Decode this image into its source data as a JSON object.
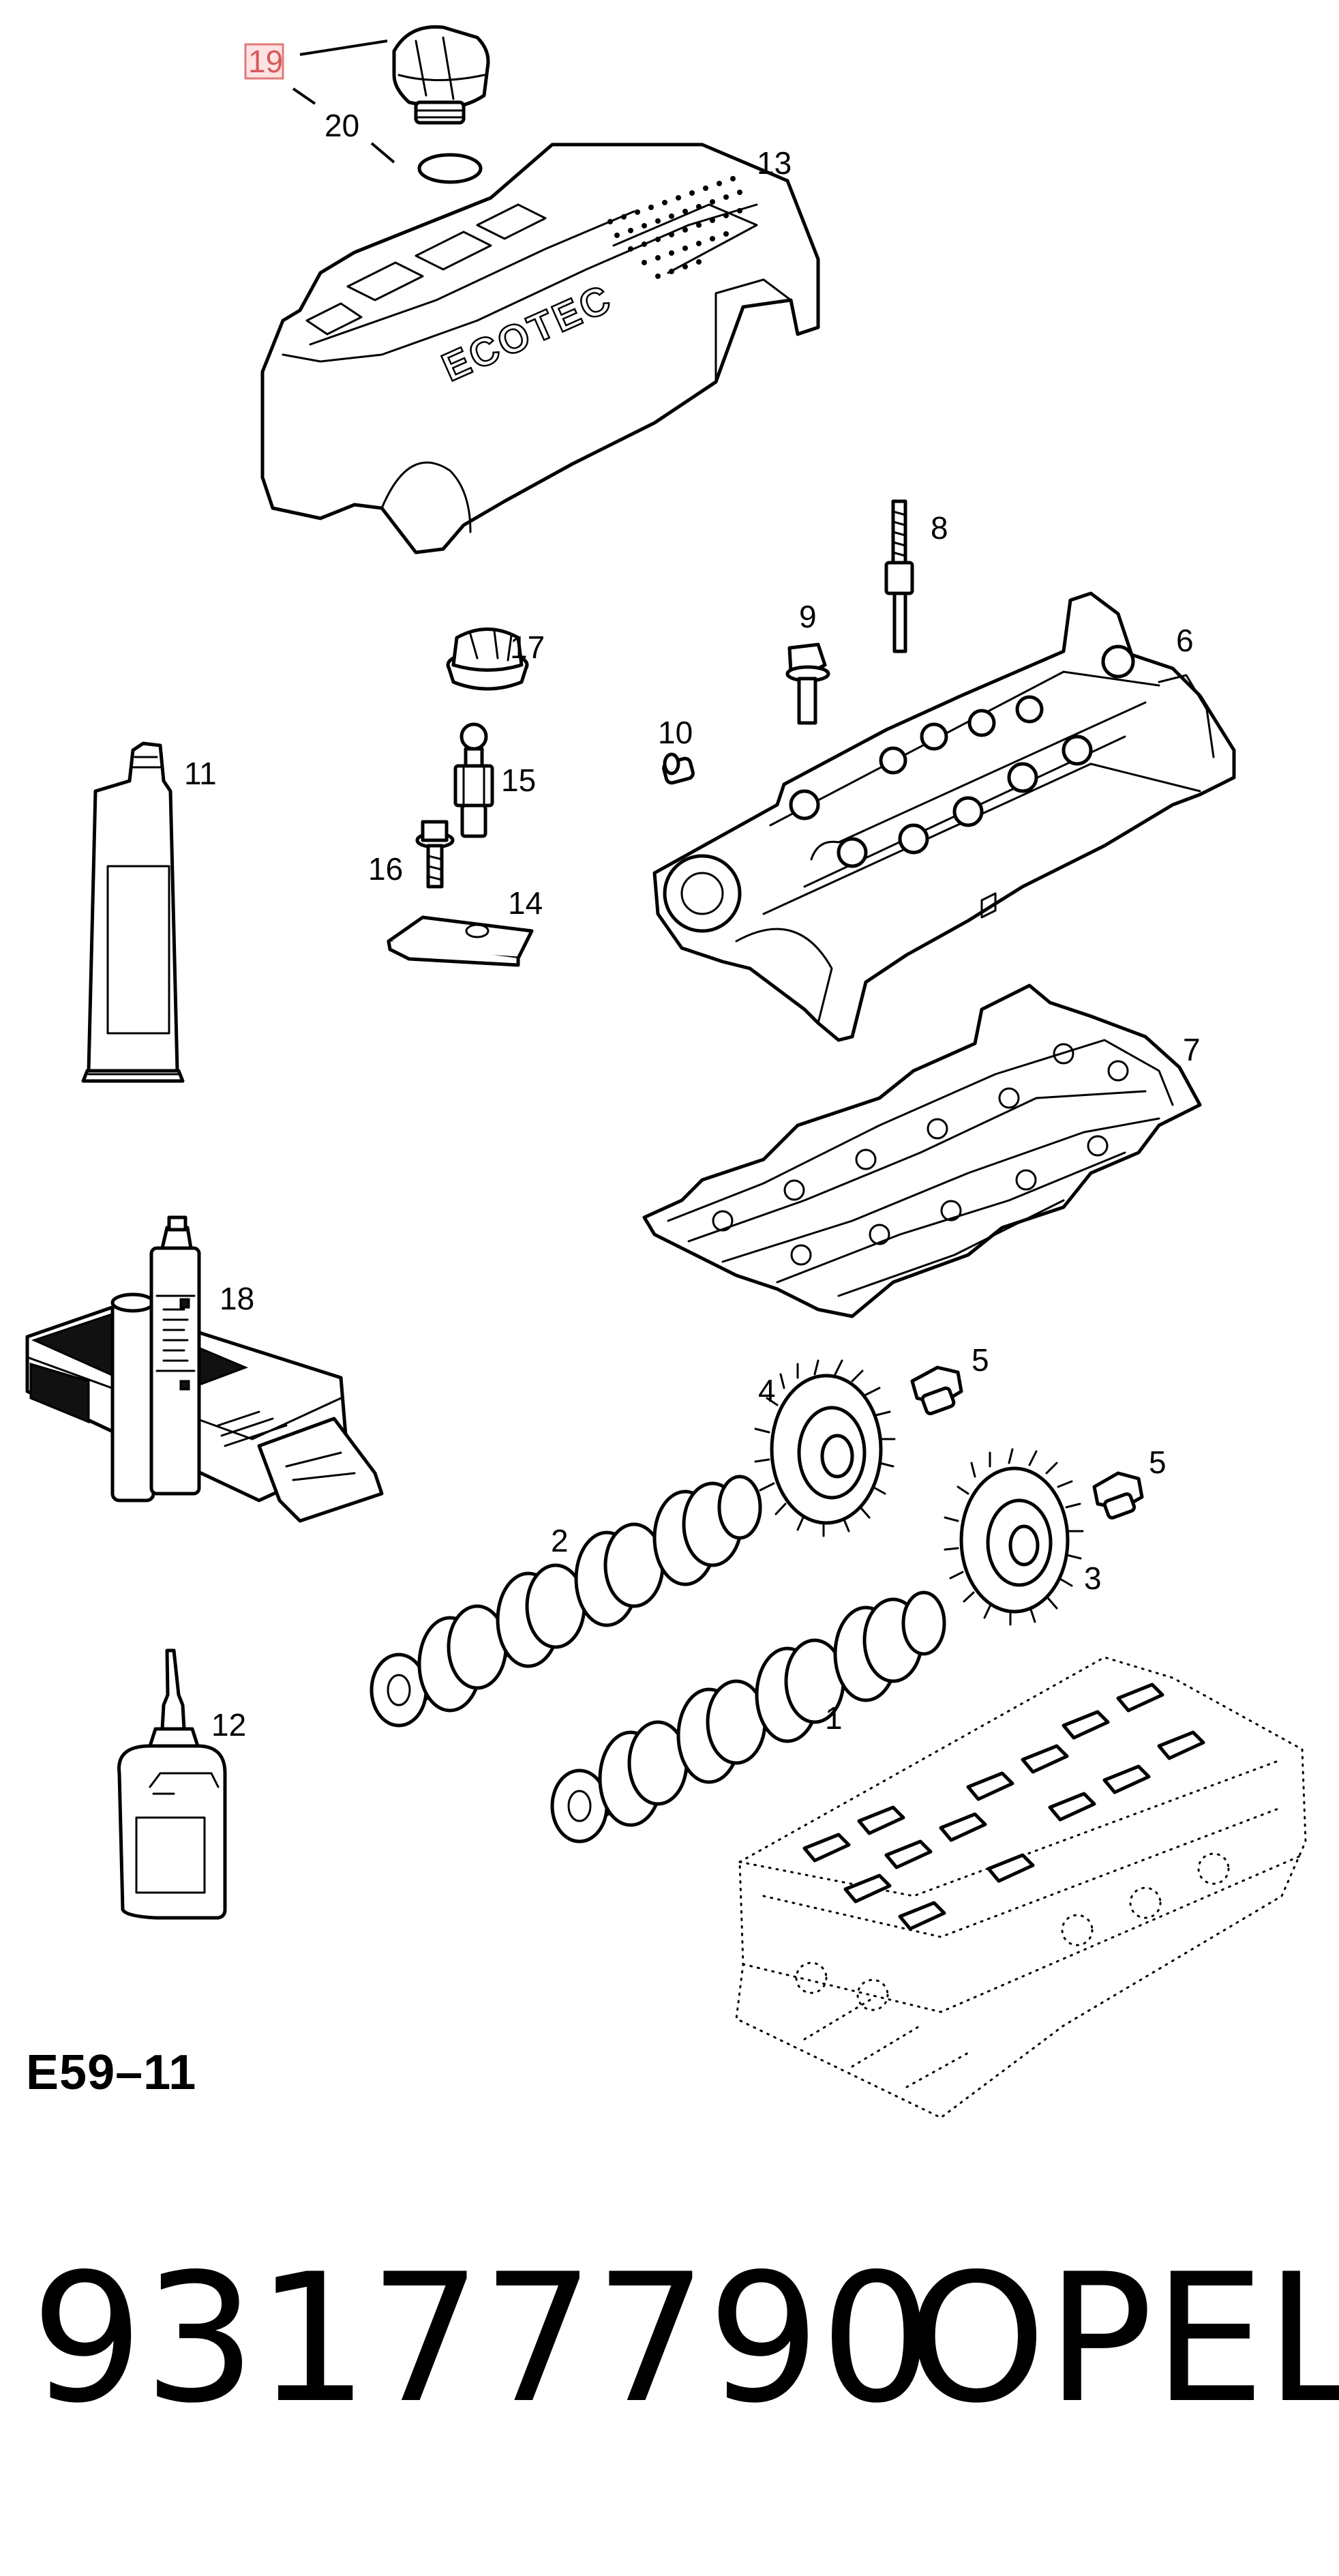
{
  "diagram": {
    "callouts": {
      "c1": "1",
      "c2": "2",
      "c3": "3",
      "c4": "4",
      "c5a": "5",
      "c5b": "5",
      "c6": "6",
      "c7": "7",
      "c8": "8",
      "c9": "9",
      "c10": "10",
      "c11": "11",
      "c12": "12",
      "c13": "13",
      "c14": "14",
      "c15": "15",
      "c16": "16",
      "c17": "17",
      "c18": "18",
      "c19": "19",
      "c20": "20"
    },
    "highlighted_callout": "19",
    "cover_text": "ECOTEC",
    "code": "E59–11"
  },
  "footer": {
    "part_number": "93177790",
    "brand": "OPEL"
  },
  "colors": {
    "highlight_fill": "#ffe3e3",
    "highlight_stroke": "#e07a7a",
    "highlight_text": "#d65a5a"
  }
}
